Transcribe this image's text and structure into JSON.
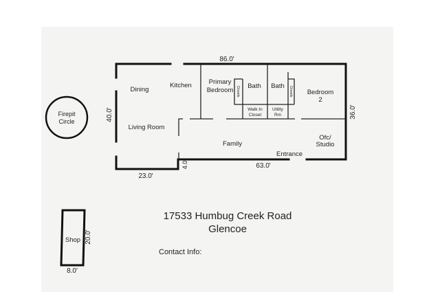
{
  "plan": {
    "dimensions": {
      "top": "86.0'",
      "left": "40.0'",
      "right": "36.0'",
      "bottom_main": "63.0'",
      "bottom_left": "23.0'",
      "step": "4.0"
    },
    "rooms": {
      "dining": "Dining",
      "kitchen": "Kitchen",
      "primary_bedroom_1": "Primary",
      "primary_bedroom_2": "Bedroom",
      "closets_left": "Closets",
      "bath_1": "Bath",
      "bath_2": "Bath",
      "closets_right": "Closets",
      "bedroom2_1": "Bedroom",
      "bedroom2_2": "2",
      "walk_in_1": "Walk In",
      "walk_in_2": "Closet",
      "utility_1": "Utility",
      "utility_2": "Rm",
      "living_room": "Living Room",
      "family": "Family",
      "entrance": "Entrance",
      "office_1": "Ofc/",
      "office_2": "Studio"
    },
    "firepit": {
      "line1": "Firepit",
      "line2": "Circle"
    },
    "shop": {
      "label": "Shop",
      "height": "20.0'",
      "width": "8.0'"
    }
  },
  "info": {
    "address": "17533 Humbug Creek Road",
    "city": "Glencoe",
    "contact": "Contact Info:"
  }
}
